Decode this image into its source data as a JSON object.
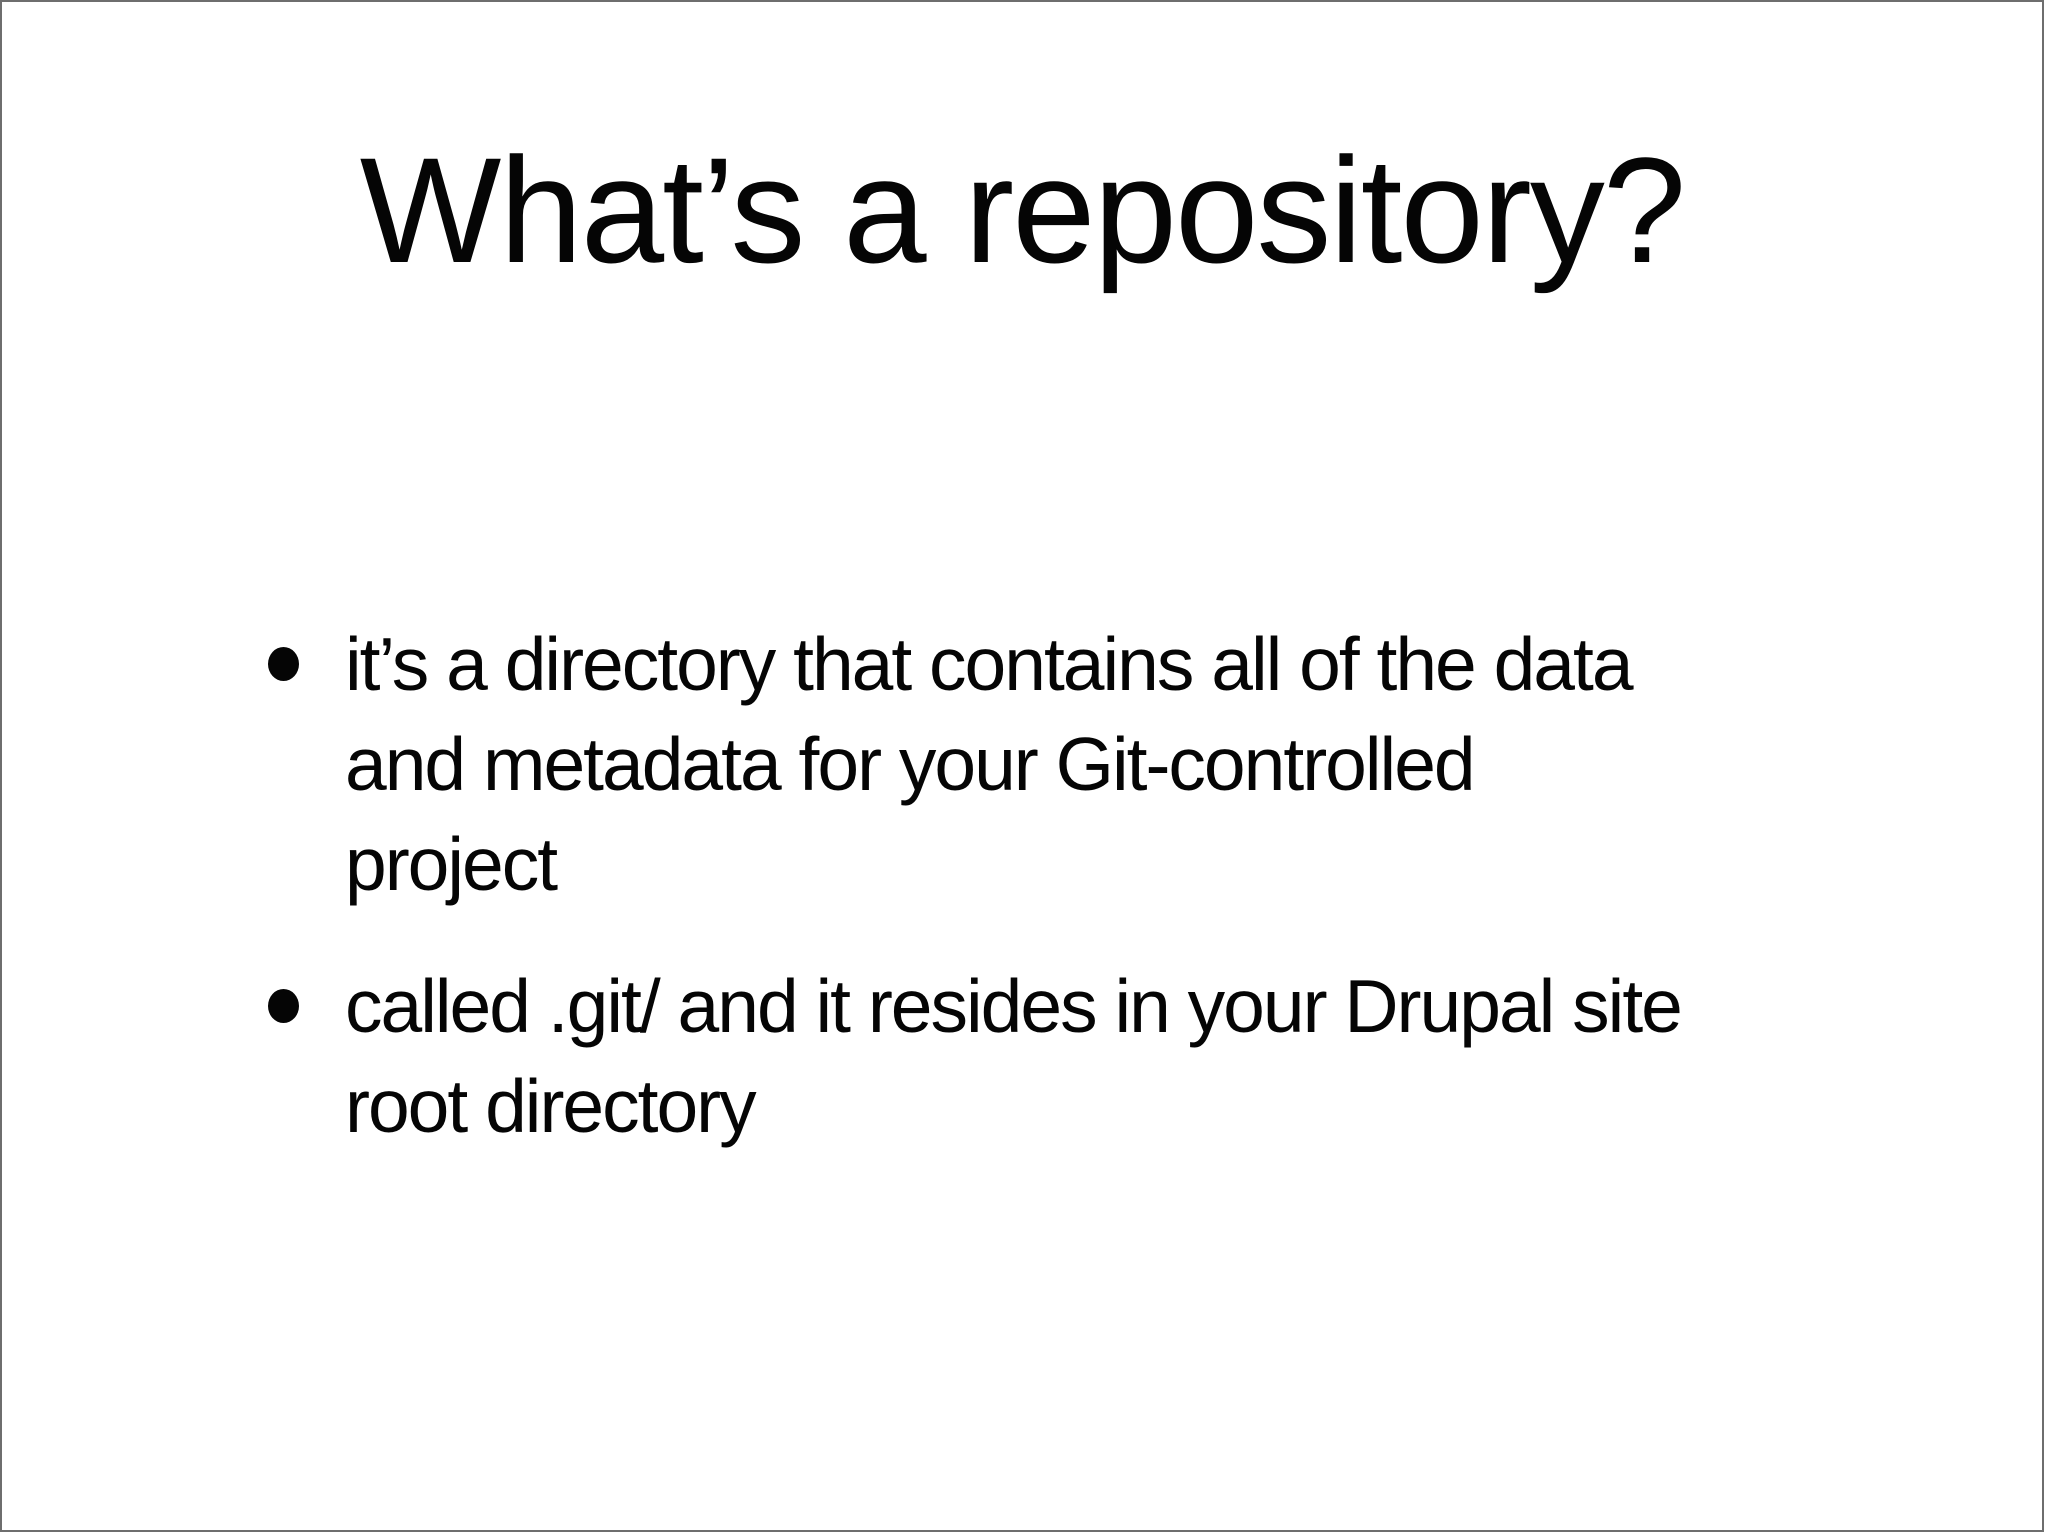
{
  "slide": {
    "title": "What’s a repository?",
    "bullets": [
      {
        "text": "it’s a directory that contains all of the data and metadata for your Git-controlled project",
        "lines": [
          "it’s a directory that contains all of the data",
          "and metadata for your Git-controlled",
          "project"
        ]
      },
      {
        "text": "called .git/ and it resides in your Drupal site root directory",
        "lines": [
          "called .git/ and it resides in your Drupal site",
          "root directory"
        ]
      }
    ],
    "colors": {
      "background": "#ffffff",
      "text": "#050505",
      "border": "#6e6e6e"
    }
  }
}
